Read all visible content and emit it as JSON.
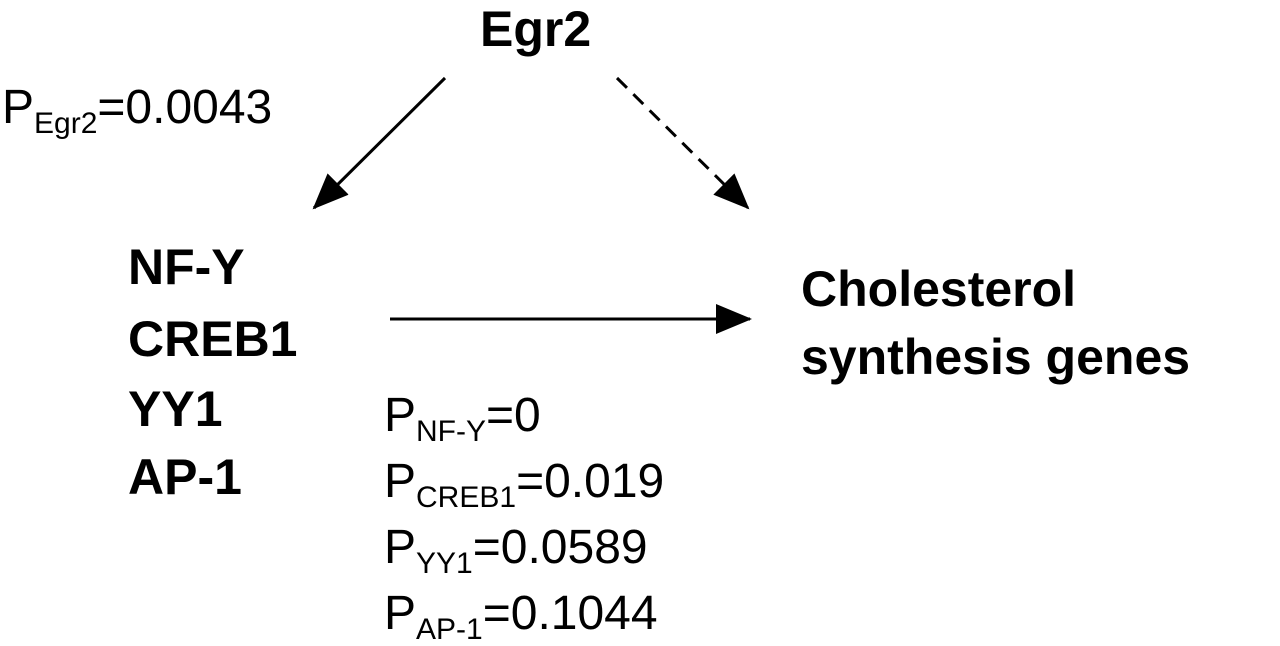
{
  "top_node": "Egr2",
  "middle_nodes": [
    "NF-Y",
    "CREB1",
    "YY1",
    "AP-1"
  ],
  "target_node": [
    "Cholesterol",
    "synthesis genes"
  ],
  "p_egr2": {
    "sub": "Egr2",
    "value": "=0.0043"
  },
  "p_values": [
    {
      "sub": "NF-Y",
      "value": "=0"
    },
    {
      "sub": "CREB1",
      "value": "=0.019"
    },
    {
      "sub": "YY1",
      "value": "=0.0589"
    },
    {
      "sub": "AP-1",
      "value": "=0.1044"
    }
  ]
}
